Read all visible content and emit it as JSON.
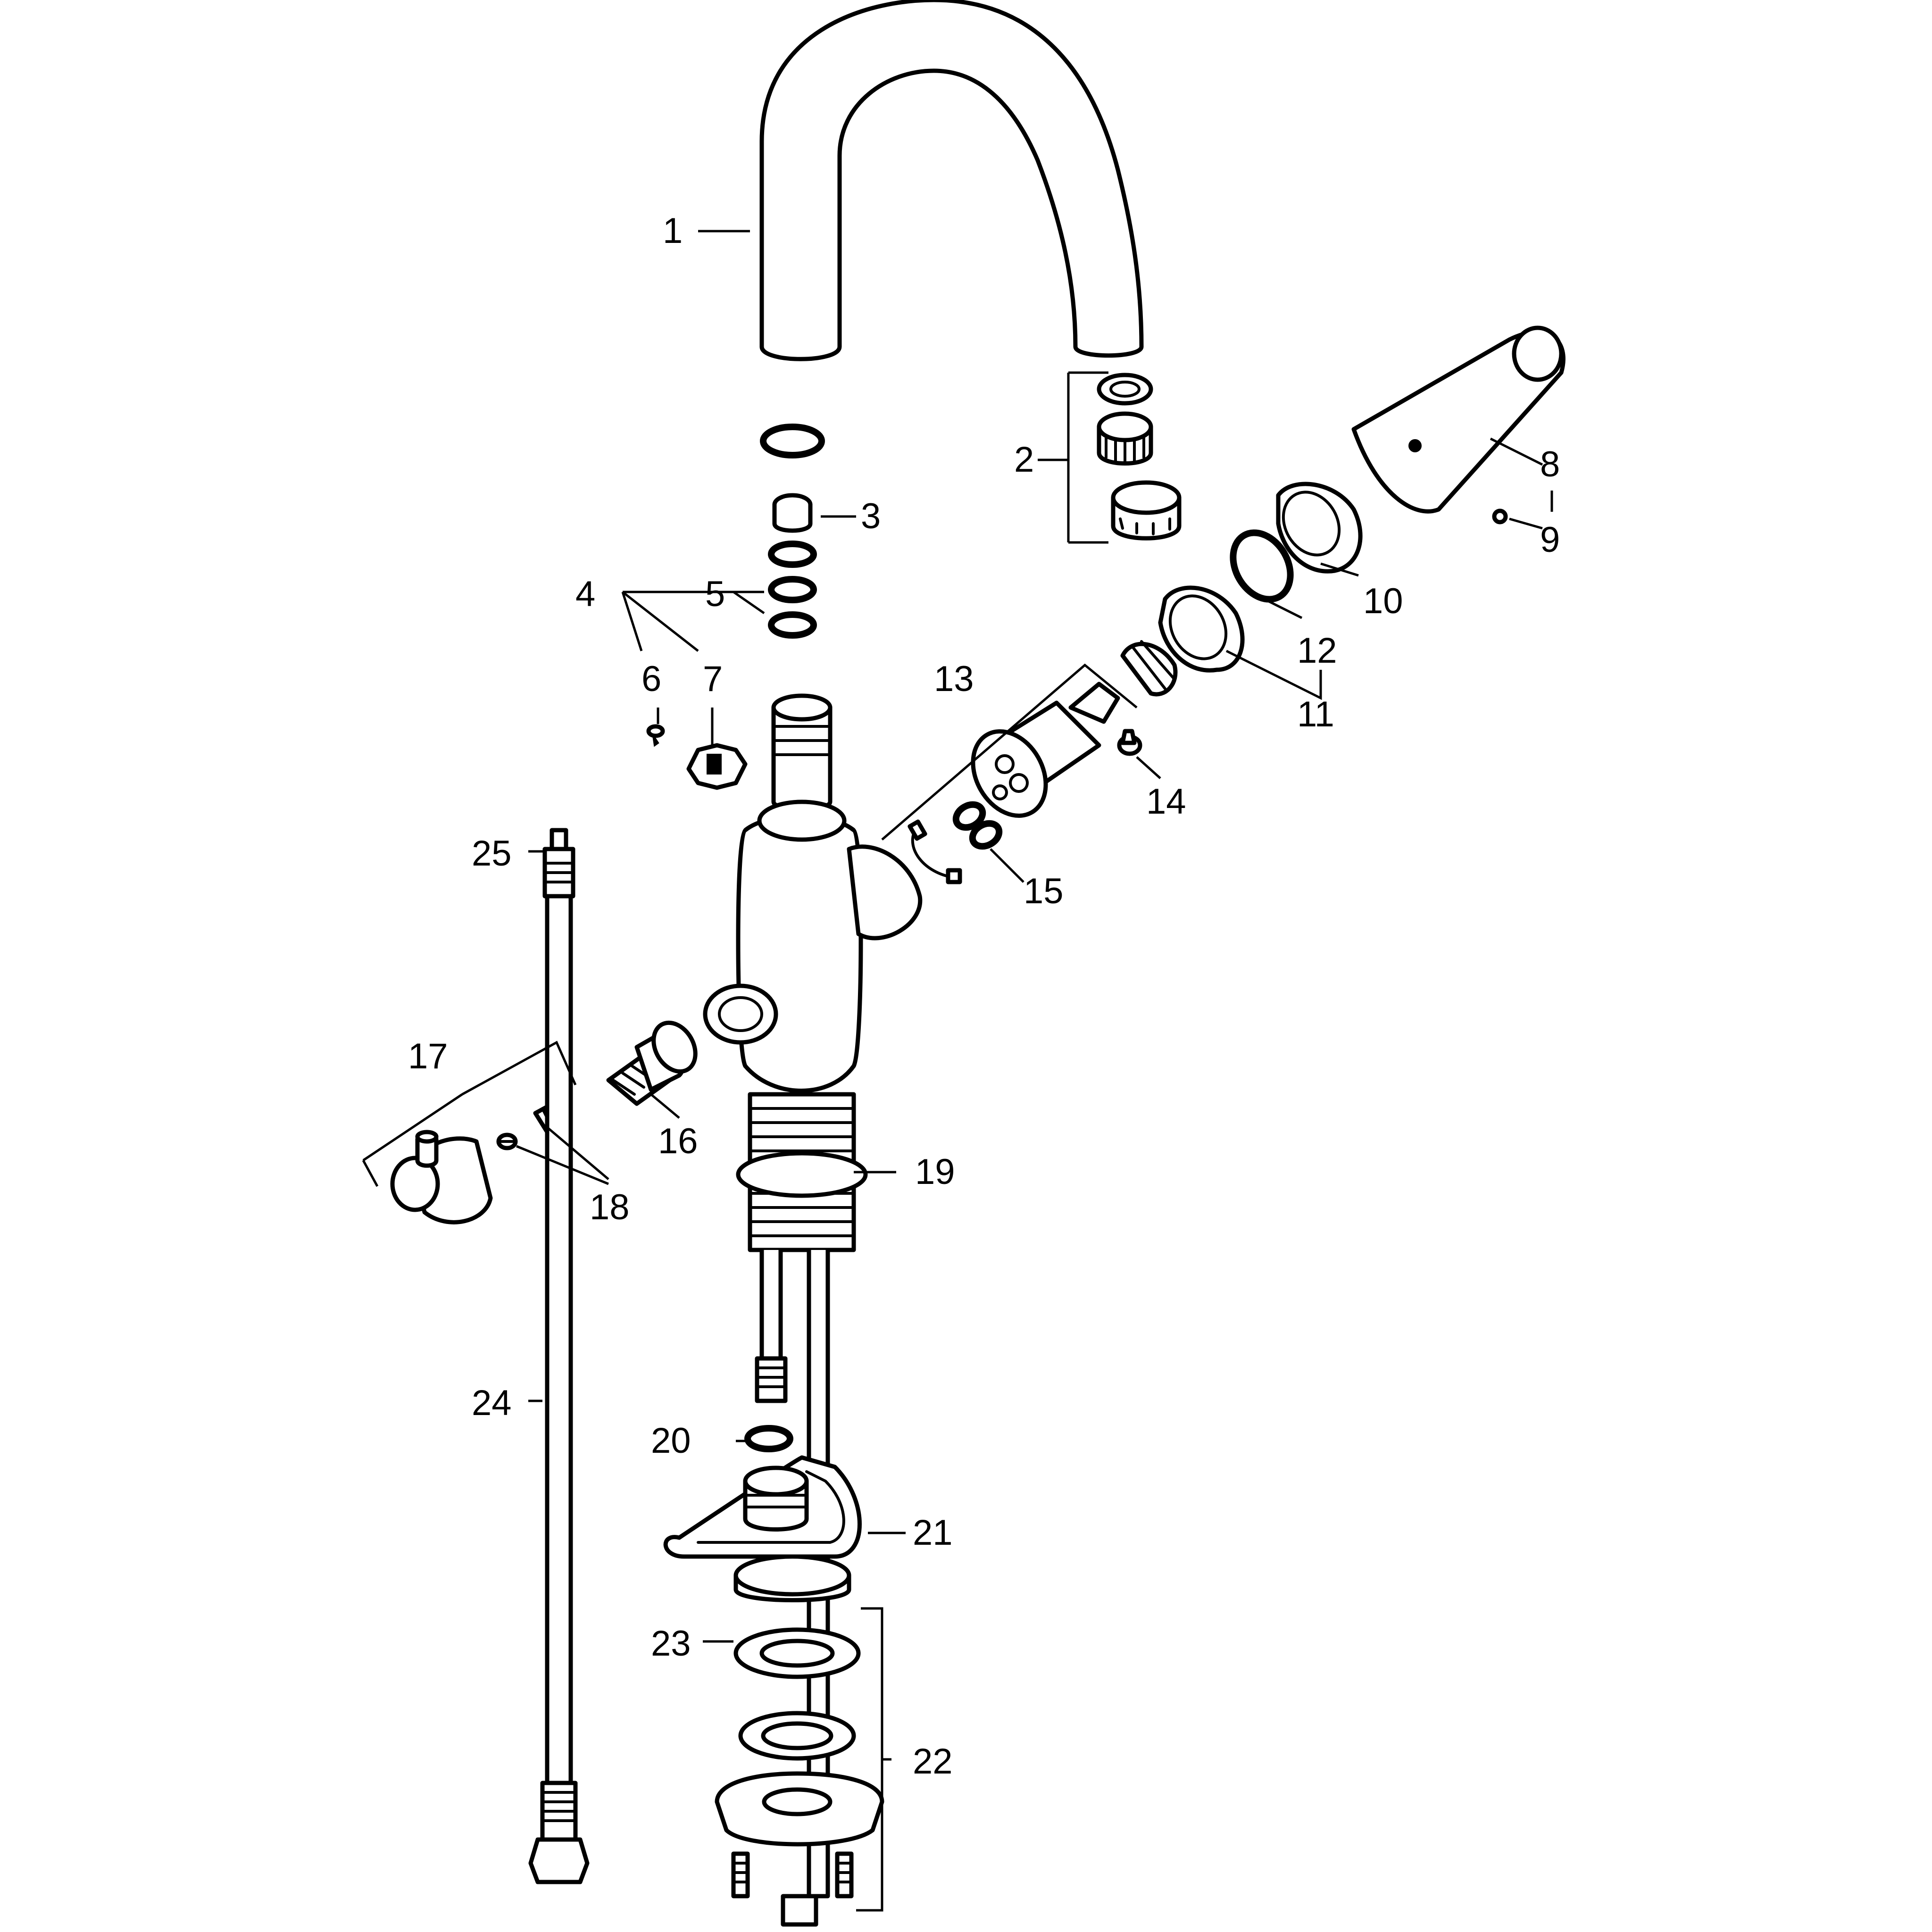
{
  "diagram": {
    "type": "exploded-parts-view",
    "callouts": [
      {
        "id": "1",
        "text": "1"
      },
      {
        "id": "2",
        "text": "2"
      },
      {
        "id": "3",
        "text": "3"
      },
      {
        "id": "4",
        "text": "4"
      },
      {
        "id": "5",
        "text": "5"
      },
      {
        "id": "6",
        "text": "6"
      },
      {
        "id": "7",
        "text": "7"
      },
      {
        "id": "8",
        "text": "8"
      },
      {
        "id": "9",
        "text": "9"
      },
      {
        "id": "10",
        "text": "10"
      },
      {
        "id": "11",
        "text": "11"
      },
      {
        "id": "12",
        "text": "12"
      },
      {
        "id": "13",
        "text": "13"
      },
      {
        "id": "14",
        "text": "14"
      },
      {
        "id": "15",
        "text": "15"
      },
      {
        "id": "16",
        "text": "16"
      },
      {
        "id": "17",
        "text": "17"
      },
      {
        "id": "18",
        "text": "18"
      },
      {
        "id": "19",
        "text": "19"
      },
      {
        "id": "20",
        "text": "20"
      },
      {
        "id": "21",
        "text": "21"
      },
      {
        "id": "22",
        "text": "22"
      },
      {
        "id": "23",
        "text": "23"
      },
      {
        "id": "24",
        "text": "24"
      },
      {
        "id": "25",
        "text": "25"
      }
    ]
  }
}
